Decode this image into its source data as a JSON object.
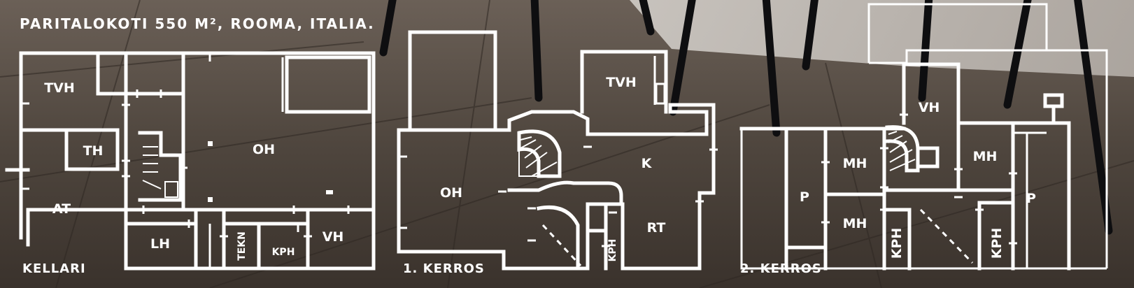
{
  "title": "PARITALOKOTI 550 M², ROOMA, ITALIA.",
  "colors": {
    "lines": "#ffffff",
    "floor_tile": "#5e544b",
    "floor_dark": "#3b332d",
    "chair_legs": "#0e0e10",
    "wall_panel": "#c9c4bf"
  },
  "floors": {
    "kellari": {
      "label": "KELLARI",
      "rooms": [
        "TVH",
        "TH",
        "AT",
        "OH",
        "LH",
        "TEKN",
        "KPH",
        "VH"
      ]
    },
    "kerros1": {
      "label": "1. KERROS",
      "rooms": [
        "OH",
        "TVH",
        "K",
        "RT",
        "KPH"
      ]
    },
    "kerros2": {
      "label": "2. KERROS",
      "rooms": [
        "VH",
        "MH",
        "P",
        "MH",
        "MH",
        "P",
        "KPH",
        "KPH"
      ]
    }
  }
}
